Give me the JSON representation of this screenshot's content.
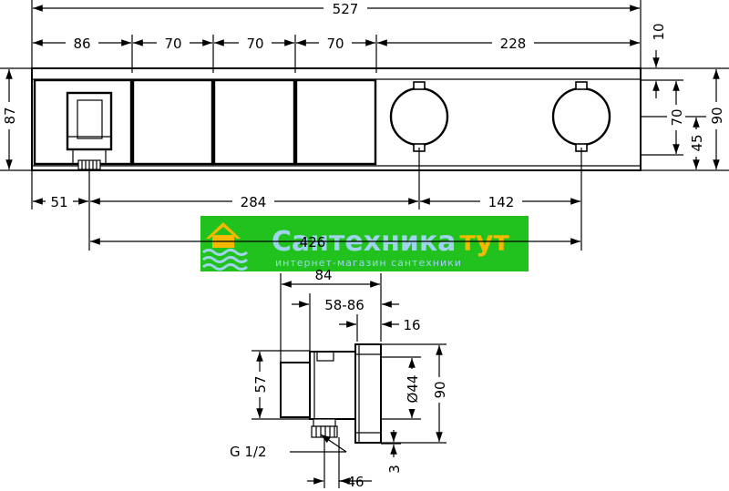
{
  "top_view": {
    "overall_width": "527",
    "segments": [
      "86",
      "70",
      "70",
      "70",
      "228"
    ],
    "height_left": "87",
    "top_offset": "10",
    "height_right": "90",
    "knob_spacing_height": "70",
    "knob_center_height": "45",
    "bottom_dims": [
      "51",
      "284",
      "142"
    ],
    "total_bottom": "426"
  },
  "side_view": {
    "depth_total": "84",
    "depth_range": "58-86",
    "plate": "16",
    "body_height": "57",
    "diameter": "Ø44",
    "height": "90",
    "thread": "G 1/2",
    "outlet_width": "46",
    "gap": "3"
  },
  "watermark": {
    "title_part1": "Сантехника",
    "title_part2": "тут",
    "subtitle": "интернет-магазин сантехники",
    "color_main": "#9fd3ee",
    "color_accent": "#f6b800",
    "color_bg": "#22c21e"
  }
}
